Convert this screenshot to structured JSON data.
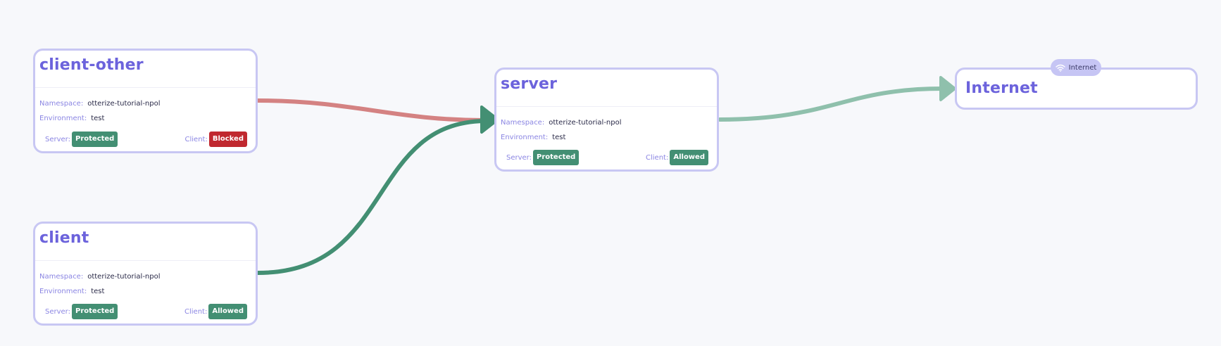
{
  "nodes": {
    "client_other": {
      "title": "client-other",
      "namespace_label": "Namespace:",
      "namespace_value": "otterize-tutorial-npol",
      "environment_label": "Environment:",
      "environment_value": "test",
      "server_label": "Server:",
      "server_status": "Protected",
      "client_label": "Client:",
      "client_status": "Blocked"
    },
    "client": {
      "title": "client",
      "namespace_label": "Namespace:",
      "namespace_value": "otterize-tutorial-npol",
      "environment_label": "Environment:",
      "environment_value": "test",
      "server_label": "Server:",
      "server_status": "Protected",
      "client_label": "Client:",
      "client_status": "Allowed"
    },
    "server": {
      "title": "server",
      "namespace_label": "Namespace:",
      "namespace_value": "otterize-tutorial-npol",
      "environment_label": "Environment:",
      "environment_value": "test",
      "server_label": "Server:",
      "server_status": "Protected",
      "client_label": "Client:",
      "client_status": "Allowed"
    },
    "internet": {
      "title": "Internet",
      "tag_label": "Internet",
      "tag_icon": "wifi-icon"
    }
  },
  "edges": [
    {
      "from": "client-other",
      "to": "server",
      "status": "blocked",
      "color": "#d48282"
    },
    {
      "from": "client",
      "to": "server",
      "status": "allowed",
      "color": "#438f73"
    },
    {
      "from": "server",
      "to": "Internet",
      "status": "allowed",
      "color": "#8fc0ac"
    }
  ],
  "colors": {
    "background": "#f7f8fb",
    "node_border": "#c8c7f3",
    "title": "#6c63dc",
    "label": "#8b86e3",
    "badge_green": "#438f73",
    "badge_red": "#c0282f",
    "edge_blocked": "#d48282",
    "edge_allowed": "#438f73",
    "edge_internet": "#8fc0ac"
  }
}
